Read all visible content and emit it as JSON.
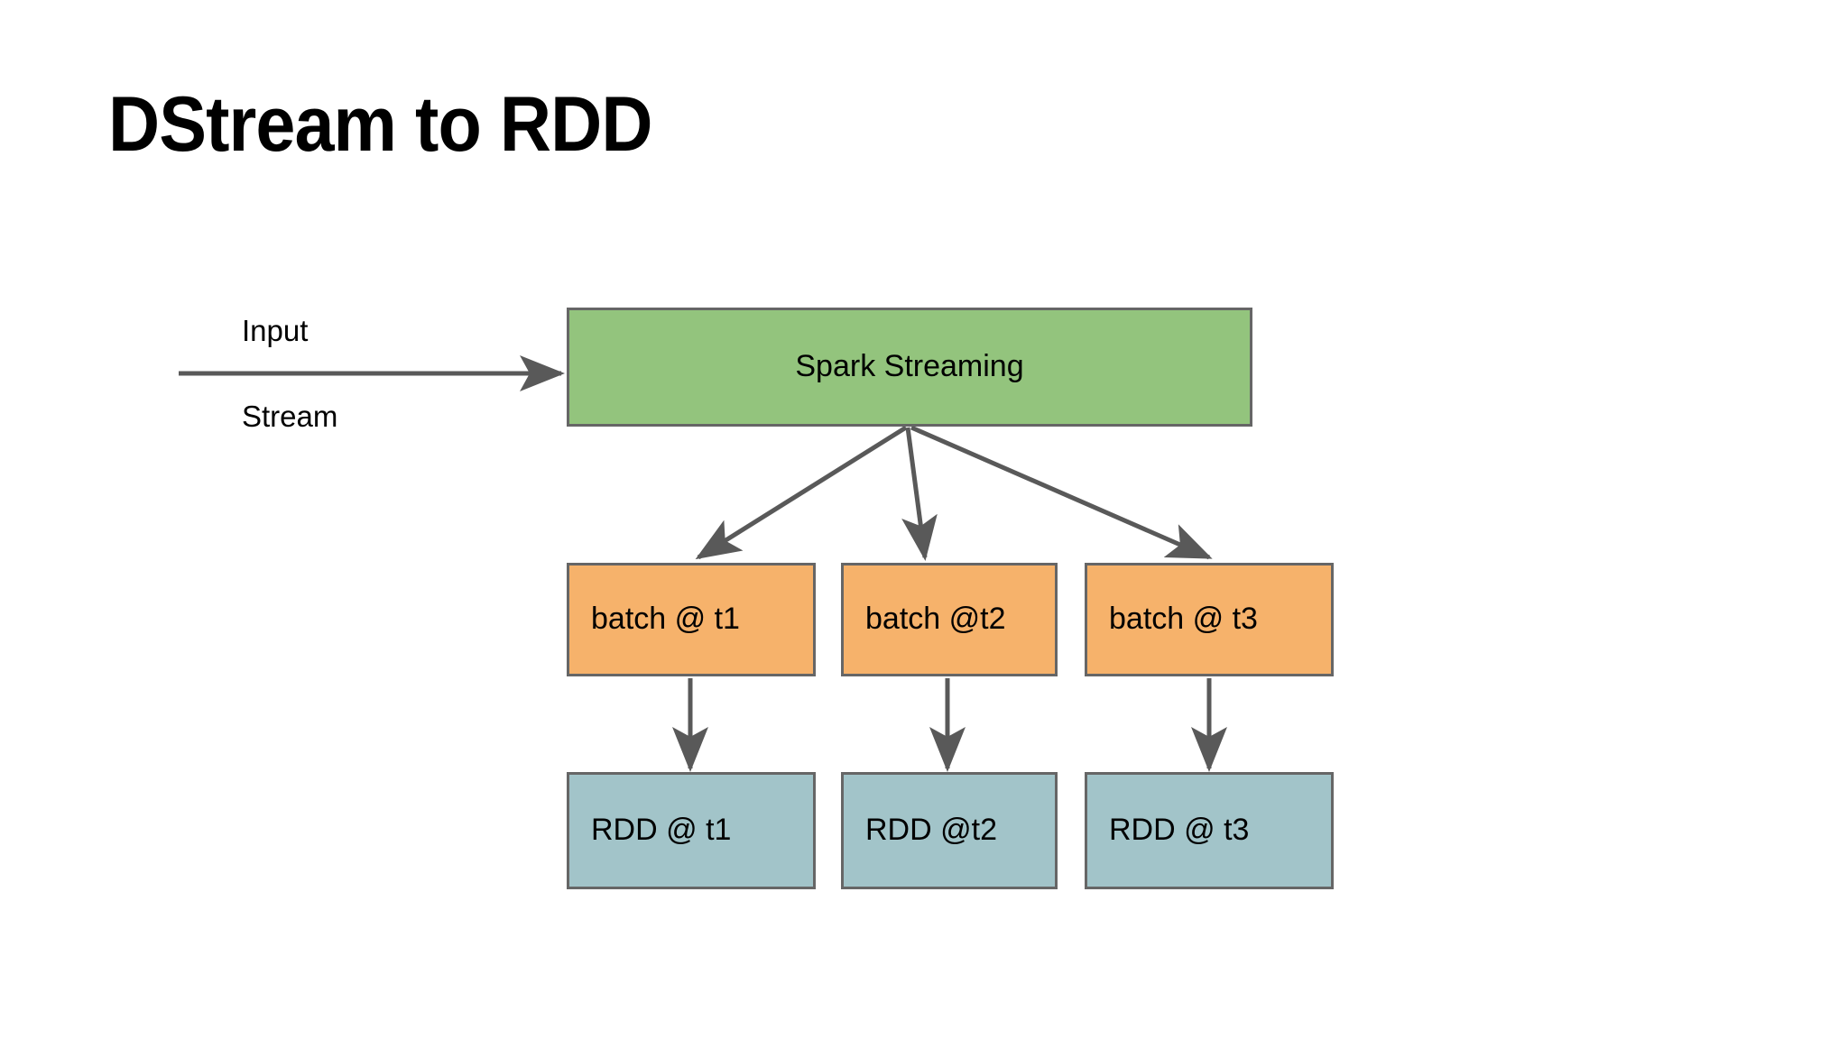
{
  "slide": {
    "title": "DStream to RDD",
    "background_color": "#ffffff"
  },
  "stream_label": {
    "line1": "Input",
    "line2": "Stream"
  },
  "colors": {
    "green_fill": "#93c47d",
    "orange_fill": "#f6b26b",
    "blue_fill": "#a2c4c9",
    "border": "#666666",
    "arrow": "#595959",
    "text": "#000000"
  },
  "diagram": {
    "engine": {
      "label": "Spark Streaming",
      "fill": "#93c47d"
    },
    "batches": [
      {
        "label": "batch @ t1",
        "fill": "#f6b26b"
      },
      {
        "label": "batch @t2",
        "fill": "#f6b26b"
      },
      {
        "label": "batch @ t3",
        "fill": "#f6b26b"
      }
    ],
    "rdds": [
      {
        "label": "RDD @ t1",
        "fill": "#a2c4c9"
      },
      {
        "label": "RDD @t2",
        "fill": "#a2c4c9"
      },
      {
        "label": "RDD @ t3",
        "fill": "#a2c4c9"
      }
    ],
    "edges": [
      {
        "from": "input-stream",
        "to": "engine",
        "style": "straight-arrow"
      },
      {
        "from": "engine",
        "to": "batch-1",
        "style": "diverging-arrow"
      },
      {
        "from": "engine",
        "to": "batch-2",
        "style": "diverging-arrow"
      },
      {
        "from": "engine",
        "to": "batch-3",
        "style": "diverging-arrow"
      },
      {
        "from": "batch-1",
        "to": "rdd-1",
        "style": "vertical-arrow"
      },
      {
        "from": "batch-2",
        "to": "rdd-2",
        "style": "vertical-arrow"
      },
      {
        "from": "batch-3",
        "to": "rdd-3",
        "style": "vertical-arrow"
      }
    ]
  }
}
